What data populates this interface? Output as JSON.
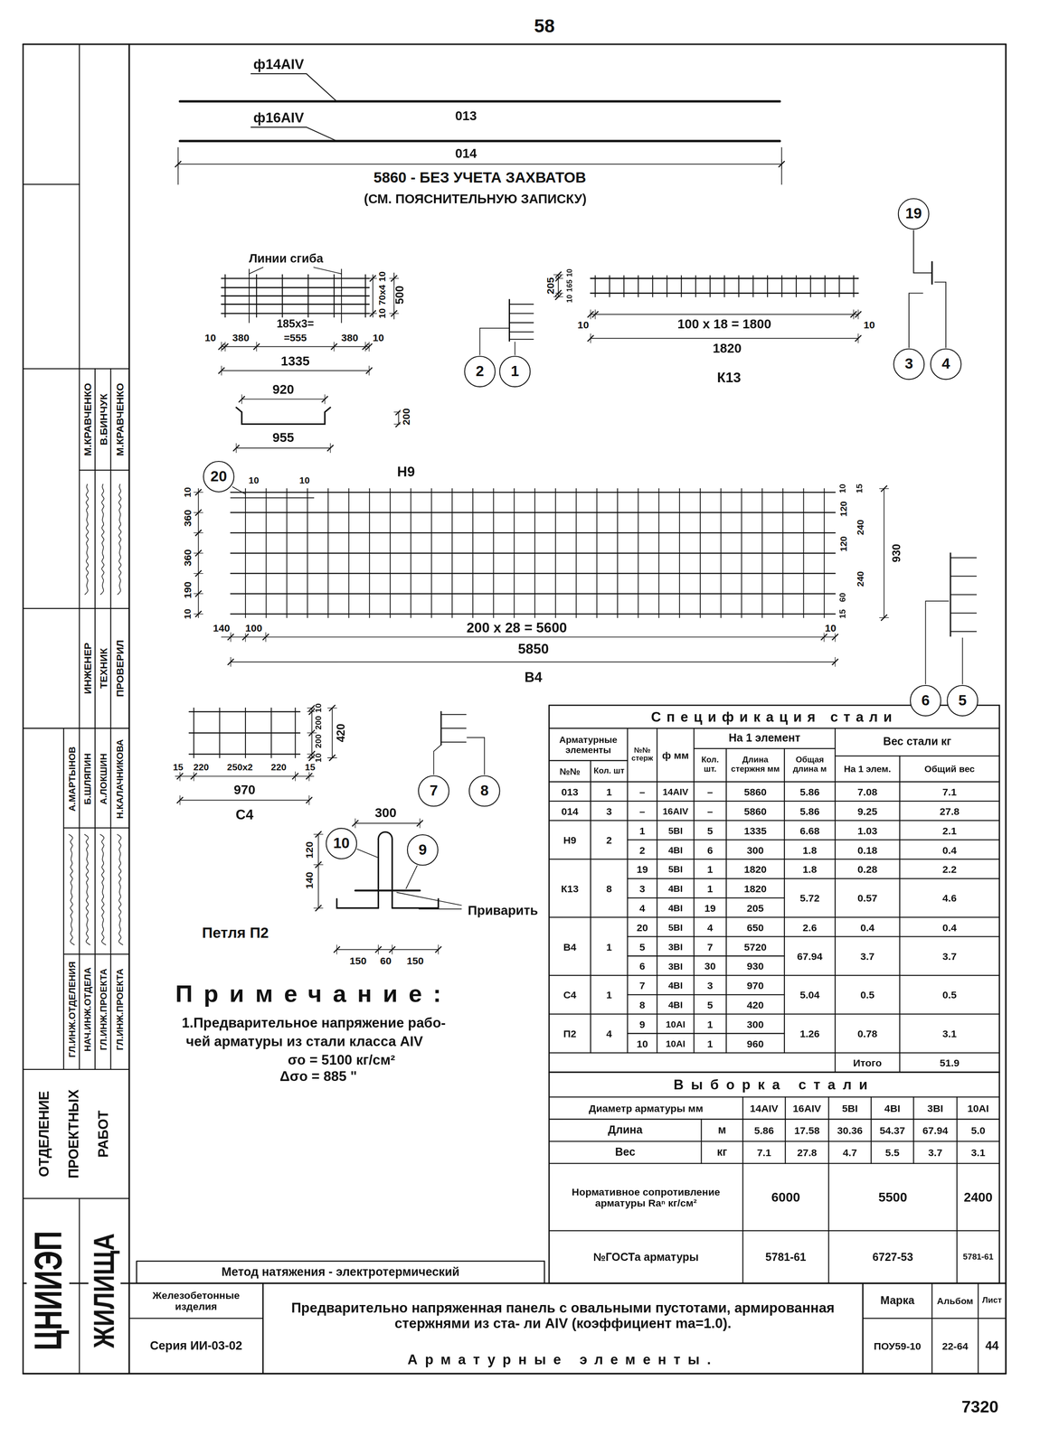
{
  "diagram": {
    "nodes": [
      {
        "text": [
          "19"
        ]
      },
      {
        "text": [
          "2"
        ]
      },
      {
        "text": [
          "1"
        ]
      },
      {
        "text": [
          "3"
        ]
      },
      {
        "text": [
          "4"
        ]
      },
      {
        "text": [
          "20"
        ]
      },
      {
        "text": [
          "6"
        ]
      },
      {
        "text": [
          "5"
        ]
      },
      {
        "text": [
          "7"
        ]
      },
      {
        "text": [
          "8"
        ]
      },
      {
        "text": [
          "10"
        ]
      },
      {
        "text": [
          "9"
        ]
      }
    ],
    "labels": [
      "58",
      "ф14АIV",
      "ф16АIV",
      "013",
      "014",
      "5860 - БЕЗ УЧЕТА ЗАХВАТОВ",
      "(СМ. ПОЯСНИТЕЛЬНУЮ ЗАПИСКУ)",
      "Линии сгиба",
      "10",
      "70х4",
      "500",
      "10",
      "185х3=",
      "10",
      "380",
      "=555",
      "380",
      "10",
      "1335",
      "920",
      "200",
      "955",
      "Н9",
      "205",
      "10",
      "165",
      "10",
      "10",
      "100 х 18 = 1800",
      "10",
      "1820",
      "К13",
      "10",
      "360",
      "360",
      "190",
      "10",
      "10",
      "10",
      "140",
      "100",
      "200 х 28 = 5600",
      "10",
      "5850",
      "В4",
      "10",
      "120",
      "120",
      "240",
      "930",
      "240",
      "60",
      "15",
      "15",
      "15",
      "220",
      "250х2",
      "220",
      "15",
      "970",
      "С4",
      "10",
      "200",
      "200",
      "10",
      "420",
      "300",
      "140",
      "120",
      "Приварить",
      "Петля П2",
      "150",
      "60",
      "150",
      "Примечание:",
      "1.Предварительное напряжение рабо-",
      "чей арматуры из стали класса АIV",
      "σо = 5100 кг/см²",
      "Δσо = 885 \"",
      "Метод натяжения - электротермический",
      "Спецификация стали",
      "Арматурные элементы",
      "№№",
      "Кол. шт",
      "№№ стерж",
      "ф мм",
      "На 1 элемент",
      "Вес стали кг",
      "Кол. шт.",
      "Длина стержня мм",
      "Общая длина м",
      "На 1 элем.",
      "Общий вес",
      "013",
      "1",
      "–",
      "14АIV",
      "–",
      "5860",
      "5.86",
      "7.08",
      "7.1",
      "014",
      "3",
      "–",
      "16АIV",
      "–",
      "5860",
      "5.86",
      "9.25",
      "27.8",
      "Н9",
      "2",
      "1",
      "5ВI",
      "5",
      "1335",
      "6.68",
      "1.03",
      "2.1",
      "2",
      "4ВI",
      "6",
      "300",
      "1.8",
      "0.18",
      "0.4",
      "К13",
      "8",
      "19",
      "5ВI",
      "1",
      "1820",
      "1.8",
      "0.28",
      "2.2",
      "3",
      "4ВI",
      "1",
      "1820",
      "4",
      "4ВI",
      "19",
      "205",
      "5.72",
      "0.57",
      "4.6",
      "В4",
      "1",
      "20",
      "5ВI",
      "4",
      "650",
      "2.6",
      "0.4",
      "0.4",
      "5",
      "3ВI",
      "7",
      "5720",
      "6",
      "3ВI",
      "30",
      "930",
      "67.94",
      "3.7",
      "3.7",
      "С4",
      "1",
      "7",
      "4ВI",
      "3",
      "970",
      "8",
      "4ВI",
      "5",
      "420",
      "5.04",
      "0.5",
      "0.5",
      "П2",
      "4",
      "9",
      "10АI",
      "1",
      "300",
      "10",
      "10АI",
      "1",
      "960",
      "1.26",
      "0.78",
      "3.1",
      "Итого",
      "51.9",
      "Выборка стали",
      "Диаметр арматуры мм",
      "14АIV",
      "16АIV",
      "5ВI",
      "4ВI",
      "3ВI",
      "10АI",
      "Длина",
      "м",
      "5.86",
      "17.58",
      "30.36",
      "54.37",
      "67.94",
      "5.0",
      "Вес",
      "кг",
      "7.1",
      "27.8",
      "4.7",
      "5.5",
      "3.7",
      "3.1",
      "Нормативное сопротивление арматуры Rаⁿ кг/см²",
      "6000",
      "5500",
      "2400",
      "№ГОСТа арматуры",
      "5781-61",
      "6727-53",
      "5781-61",
      "Железобетонные изделия",
      "Серия ИИ-03-02",
      "Предварительно напряженная панель с овальными пустотами, армированная стержнями из ста- ли АIV (коэффициент mа=1.0).",
      "Арматурные элементы.",
      "Марка",
      "Альбом",
      "Лист",
      "ПОУ59-10",
      "22-64",
      "44",
      "7320",
      "ЦНИИЭП",
      "ЖИЛИЩА",
      "ОТДЕЛЕНИЕ",
      "ПРОЕКТНЫХ",
      "РАБОТ",
      "ИНЖЕНЕР",
      "ТЕХНИК",
      "ПРОВЕРИЛ",
      "М.КРАВЧЕНКО",
      "В.БИНЧУК",
      "М.КРАВЧЕНКО",
      "ГЛ.ИНЖ.ОТДЕЛЕНИЯ",
      "НАЧ.ИНЖ.ОТДЕЛА",
      "ГЛ.ИНЖ.ПРОЕКТА",
      "ГЛ.ИНЖ.ПРОЕКТА",
      "А.МАРТЫНОВ",
      "Б.ШЛЯПИН",
      "А.ЛОКШИН",
      "Н.КАЛАЧНИКОВА"
    ]
  }
}
